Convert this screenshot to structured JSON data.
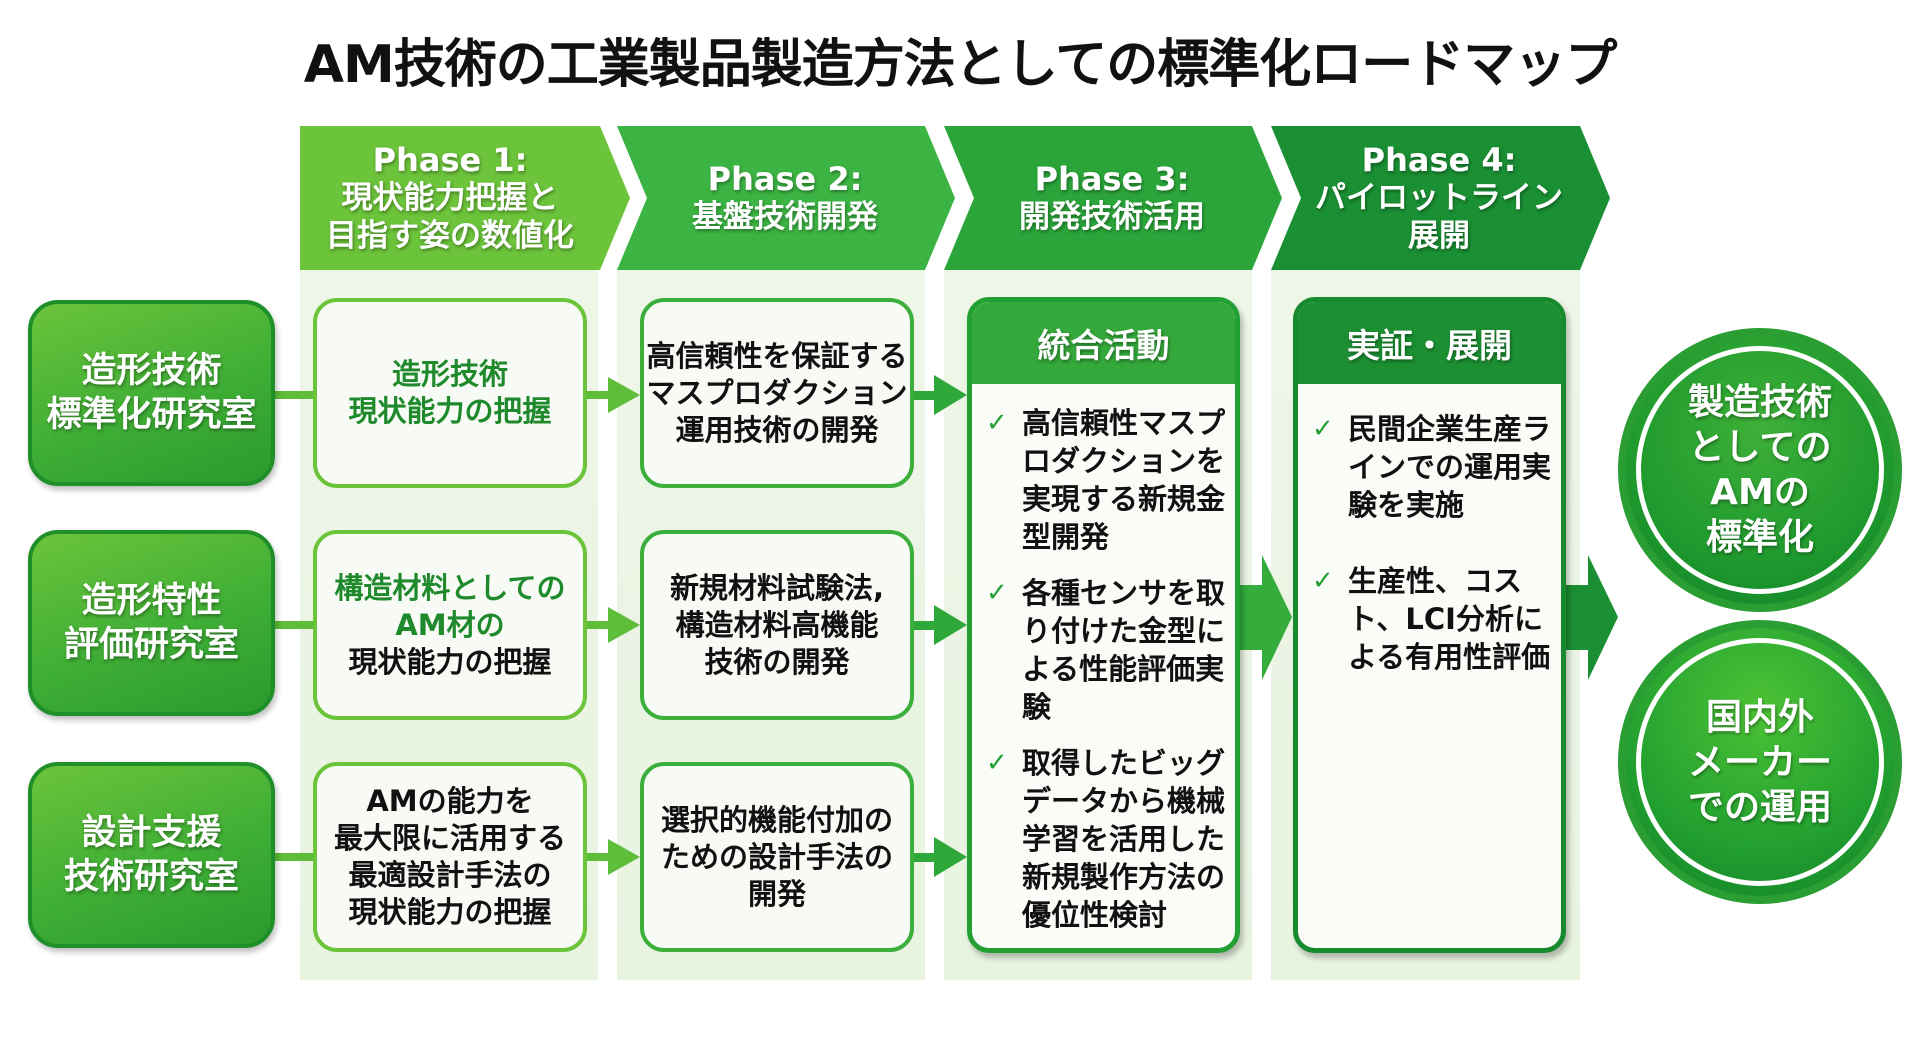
{
  "title": "AM技術の工業製品製造方法としての標準化ロードマップ",
  "colors": {
    "phase1": "#6cc43a",
    "phase2": "#3cb443",
    "phase3": "#2ba53a",
    "phase4": "#1a8f33",
    "lab_border": "#1f8f2a",
    "text_green": "#1f8a2c"
  },
  "phases": [
    {
      "title": "Phase 1:",
      "subtitle_lines": [
        "現状能力把握と",
        "目指す姿の数値化"
      ]
    },
    {
      "title": "Phase 2:",
      "subtitle_lines": [
        "基盤技術開発"
      ]
    },
    {
      "title": "Phase 3:",
      "subtitle_lines": [
        "開発技術活用"
      ]
    },
    {
      "title": "Phase 4:",
      "subtitle_lines": [
        "パイロットライン",
        "展開"
      ]
    }
  ],
  "labs": [
    {
      "lines": [
        "造形技術",
        "標準化研究室"
      ]
    },
    {
      "lines": [
        "造形特性",
        "評価研究室"
      ]
    },
    {
      "lines": [
        "設計支援",
        "技術研究室"
      ]
    }
  ],
  "phase1_cards": [
    {
      "green_lines": [
        "造形技術",
        "現状能力の把握"
      ],
      "black_lines": []
    },
    {
      "green_lines": [
        "構造材料としての",
        "AM材の"
      ],
      "black_lines": [
        "現状能力の把握"
      ]
    },
    {
      "green_lines": [],
      "black_lines": [
        "AMの能力を",
        "最大限に活用する",
        "最適設計手法の",
        "現状能力の把握"
      ]
    }
  ],
  "phase2_cards": [
    {
      "lines": [
        "高信頼性を保証する",
        "マスプロダクション",
        "運用技術の開発"
      ]
    },
    {
      "lines": [
        "新規材料試験法,",
        "構造材料高機能",
        "技術の開発"
      ]
    },
    {
      "lines": [
        "選択的機能付加の",
        "ための設計手法の",
        "開発"
      ]
    }
  ],
  "phase3_box": {
    "header": "統合活動",
    "check_icon": "✓",
    "items": [
      "高信頼性マスプロダクションを実現する新規金型開発",
      "各種センサを取り付けた金型による性能評価実験",
      "取得したビッグデータから機械学習を活用した新規製作方法の優位性検討"
    ]
  },
  "phase4_box": {
    "header": "実証・展開",
    "check_icon": "✓",
    "items": [
      "民間企業生産ラインでの運用実験を実施",
      "生産性、コスト、LCI分析による有用性評価"
    ]
  },
  "goals": [
    {
      "lines": [
        "製造技術",
        "としての",
        "AMの",
        "標準化"
      ]
    },
    {
      "lines": [
        "国内外",
        "メーカー",
        "での運用"
      ]
    }
  ]
}
